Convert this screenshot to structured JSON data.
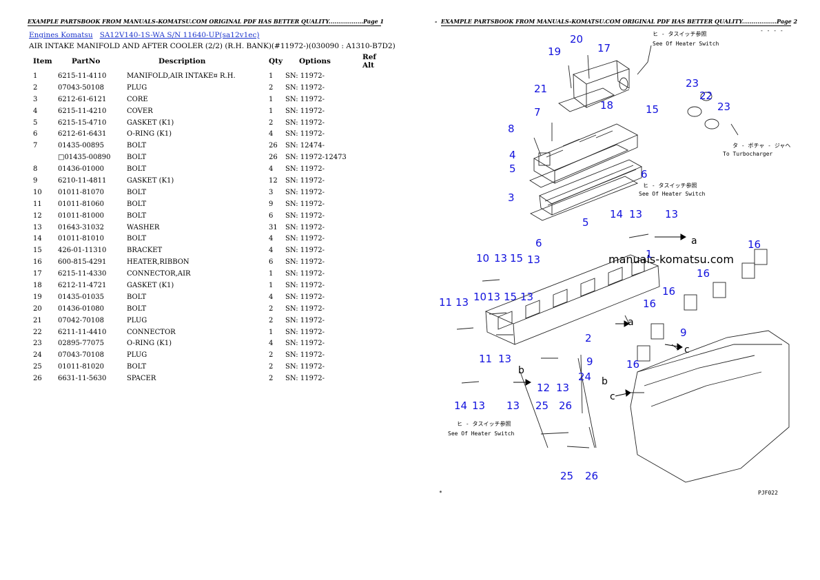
{
  "page1": {
    "header": "EXAMPLE PARTSBOOK FROM MANUALS-KOMATSU.COM ORIGINAL PDF HAS BETTER QUALITY..................Page 1",
    "breadcrumb": [
      "Engines Komatsu",
      "SA12V140-1S-WA S/N 11640-UP(sa12v1ec)"
    ],
    "subtitle": "AIR INTAKE MANIFOLD AND AFTER COOLER (2/2) (R.H. BANK)(#11972-)(030090 : A1310-B7D2)",
    "columns": [
      "Item",
      "PartNo",
      "Description",
      "Qty",
      "Options",
      "Ref Alt"
    ],
    "rows": [
      {
        "item": "1",
        "part": "6215-11-4110",
        "desc": "MANIFOLD,AIR INTAKE¤ R.H.",
        "qty": "1",
        "opt": "SN: 11972-"
      },
      {
        "item": "2",
        "part": "07043-50108",
        "desc": "PLUG",
        "qty": "2",
        "opt": "SN: 11972-"
      },
      {
        "item": "3",
        "part": "6212-61-6121",
        "desc": "CORE",
        "qty": "1",
        "opt": "SN: 11972-"
      },
      {
        "item": "4",
        "part": "6215-11-4210",
        "desc": "COVER",
        "qty": "1",
        "opt": "SN: 11972-"
      },
      {
        "item": "5",
        "part": "6215-15-4710",
        "desc": "GASKET (K1)",
        "qty": "2",
        "opt": "SN: 11972-"
      },
      {
        "item": "6",
        "part": "6212-61-6431",
        "desc": "O-RING (K1)",
        "qty": "4",
        "opt": "SN: 11972-"
      },
      {
        "item": "7",
        "part": "01435-00895",
        "desc": "BOLT",
        "qty": "26",
        "opt": "SN: 12474-"
      },
      {
        "item": "",
        "part": "□01435-00890",
        "desc": "BOLT",
        "qty": "26",
        "opt": "SN: 11972-12473"
      },
      {
        "item": "8",
        "part": "01436-01000",
        "desc": "BOLT",
        "qty": "4",
        "opt": "SN: 11972-"
      },
      {
        "item": "9",
        "part": "6210-11-4811",
        "desc": "GASKET (K1)",
        "qty": "12",
        "opt": "SN: 11972-"
      },
      {
        "item": "10",
        "part": "01011-81070",
        "desc": "BOLT",
        "qty": "3",
        "opt": "SN: 11972-"
      },
      {
        "item": "11",
        "part": "01011-81060",
        "desc": "BOLT",
        "qty": "9",
        "opt": "SN: 11972-"
      },
      {
        "item": "12",
        "part": "01011-81000",
        "desc": "BOLT",
        "qty": "6",
        "opt": "SN: 11972-"
      },
      {
        "item": "13",
        "part": "01643-31032",
        "desc": "WASHER",
        "qty": "31",
        "opt": "SN: 11972-"
      },
      {
        "item": "14",
        "part": "01011-81010",
        "desc": "BOLT",
        "qty": "4",
        "opt": "SN: 11972-"
      },
      {
        "item": "15",
        "part": "426-01-11310",
        "desc": "BRACKET",
        "qty": "4",
        "opt": "SN: 11972-"
      },
      {
        "item": "16",
        "part": "600-815-4291",
        "desc": "HEATER,RIBBON",
        "qty": "6",
        "opt": "SN: 11972-"
      },
      {
        "item": "17",
        "part": "6215-11-4330",
        "desc": "CONNECTOR,AIR",
        "qty": "1",
        "opt": "SN: 11972-"
      },
      {
        "item": "18",
        "part": "6212-11-4721",
        "desc": "GASKET (K1)",
        "qty": "1",
        "opt": "SN: 11972-"
      },
      {
        "item": "19",
        "part": "01435-01035",
        "desc": "BOLT",
        "qty": "4",
        "opt": "SN: 11972-"
      },
      {
        "item": "20",
        "part": "01436-01080",
        "desc": "BOLT",
        "qty": "2",
        "opt": "SN: 11972-"
      },
      {
        "item": "21",
        "part": "07042-70108",
        "desc": "PLUG",
        "qty": "2",
        "opt": "SN: 11972-"
      },
      {
        "item": "22",
        "part": "6211-11-4410",
        "desc": "CONNECTOR",
        "qty": "1",
        "opt": "SN: 11972-"
      },
      {
        "item": "23",
        "part": "02895-77075",
        "desc": "O-RING (K1)",
        "qty": "4",
        "opt": "SN: 11972-"
      },
      {
        "item": "24",
        "part": "07043-70108",
        "desc": "PLUG",
        "qty": "2",
        "opt": "SN: 11972-"
      },
      {
        "item": "25",
        "part": "01011-81020",
        "desc": "BOLT",
        "qty": "2",
        "opt": "SN: 11972-"
      },
      {
        "item": "26",
        "part": "6631-11-5630",
        "desc": "SPACER",
        "qty": "2",
        "opt": "SN: 11972-"
      }
    ]
  },
  "page2": {
    "header": "EXAMPLE PARTSBOOK FROM MANUALS-KOMATSU.COM ORIGINAL PDF HAS BETTER QUALITY..................Page 2",
    "header_dash": "-",
    "diagram": {
      "watermark": "manuals-komatsu.com",
      "label_heater_switch_jp": "ヒ - タスイッチ参照",
      "label_heater_switch_en": "See Of Heater Switch",
      "label_turbo_jp": "タ - ボチャ - ジャヘ",
      "label_turbo_en": "To Turbocharger",
      "corner_code": "PJF022",
      "corner_mark": "*",
      "top_marks": "- - - -"
    }
  }
}
